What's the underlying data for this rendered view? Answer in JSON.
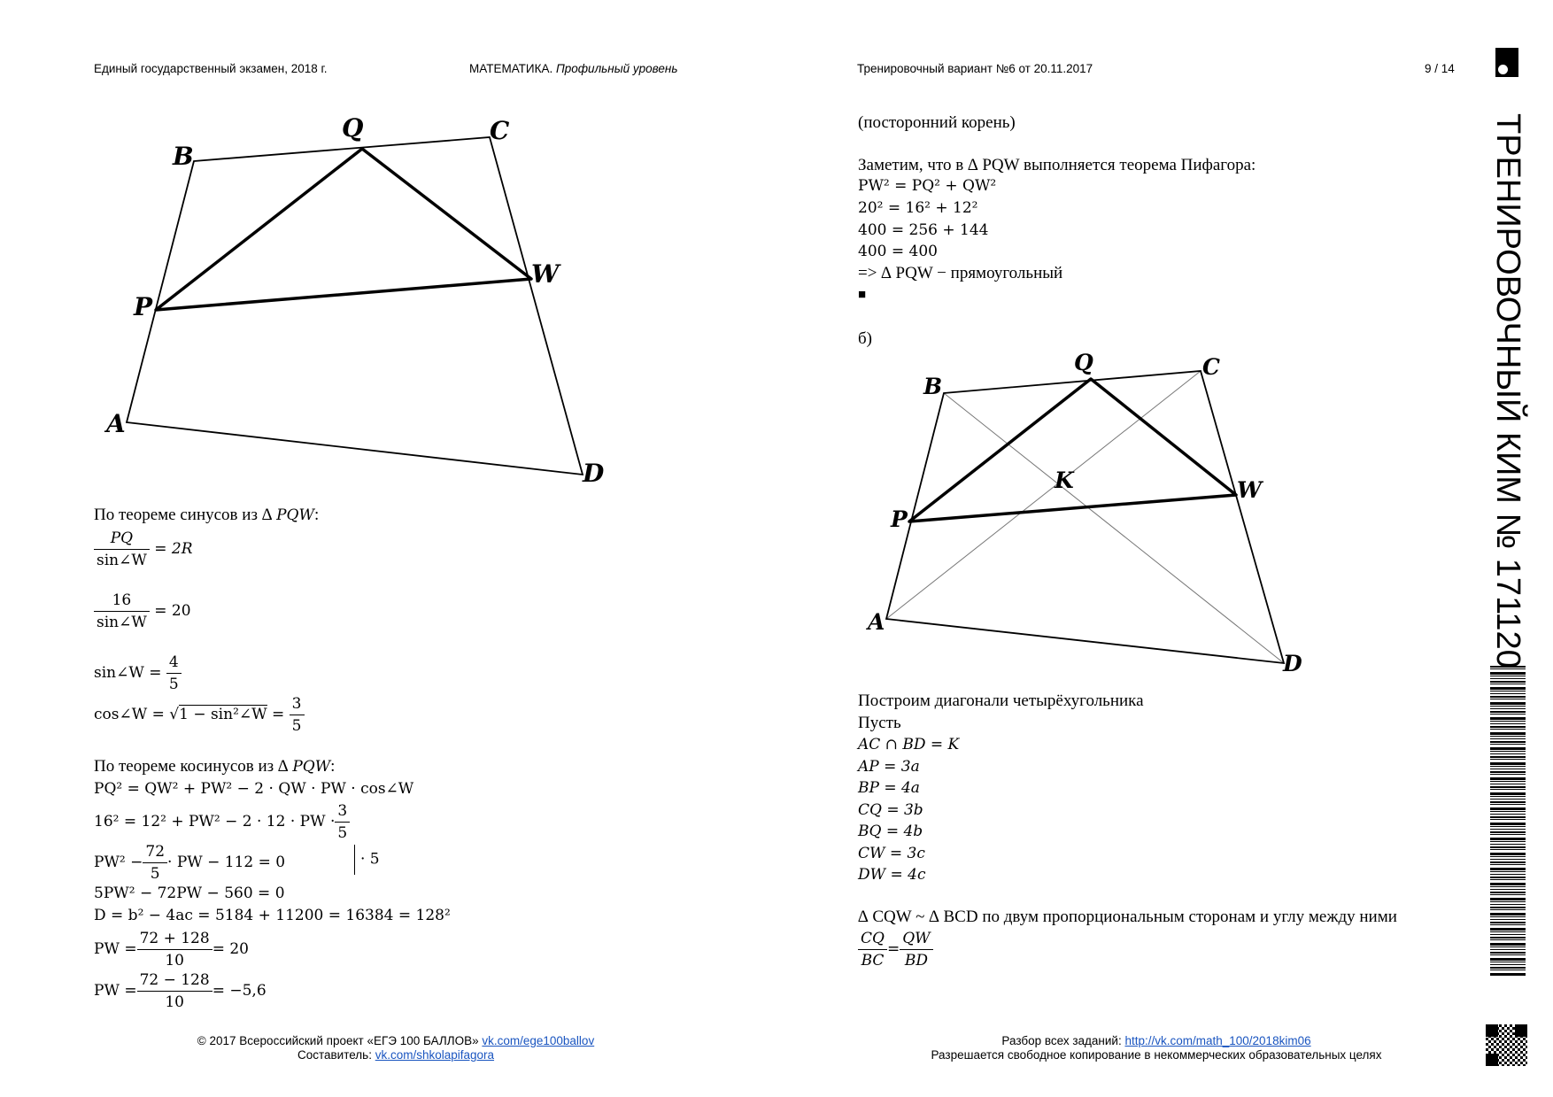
{
  "header": {
    "left": "Единый государственный экзамен, 2018 г.",
    "subject": "МАТЕМАТИКА.",
    "level": "Профильный уровень",
    "variant": "Тренировочный вариант №6 от 20.11.2017",
    "page": "9 / 14"
  },
  "figure1": {
    "labels": {
      "A": "A",
      "B": "B",
      "C": "C",
      "D": "D",
      "P": "P",
      "Q": "Q",
      "W": "W"
    }
  },
  "figure2": {
    "labels": {
      "A": "A",
      "B": "B",
      "C": "C",
      "D": "D",
      "P": "P",
      "Q": "Q",
      "W": "W",
      "K": "K"
    }
  },
  "left": {
    "sine_title": "По теореме синусов из ∆ ",
    "pqw": "PQW",
    "colon": ":",
    "l1_num": "PQ",
    "l1_den": "sin∠W",
    "l1_rhs": "= 2R",
    "l2_num": "16",
    "l2_den": "sin∠W",
    "l2_rhs": "= 20",
    "l3_lhs": "sin∠W =",
    "l3_num": "4",
    "l3_den": "5",
    "l4_lhs": "cos∠W = √",
    "l4_rad": "1 − sin²∠W",
    "l4_eq": "=",
    "l4_num": "3",
    "l4_den": "5",
    "cos_title": "По теореме косинусов из ∆ ",
    "l5": "PQ² = QW² + PW² − 2 · QW · PW · cos∠W",
    "l6_lhs": "16² = 12² + PW² − 2 · 12 · PW ·",
    "l6_num": "3",
    "l6_den": "5",
    "l7_a": "PW² −",
    "l7_num": "72",
    "l7_den": "5",
    "l7_b": "· PW − 112 = 0",
    "l7_mult": "· 5",
    "l8": "5PW² − 72PW − 560 = 0",
    "l9": "D = b² − 4ac = 5184 + 11200 = 16384 = 128²",
    "l10_lhs": "PW =",
    "l10_num": "72 + 128",
    "l10_den": "10",
    "l10_rhs": "= 20",
    "l11_lhs": "PW =",
    "l11_num": "72 − 128",
    "l11_den": "10",
    "l11_rhs": "= −5,6"
  },
  "right": {
    "extraneous": "(посторонний корень)",
    "note": "Заметим, что в ∆ PQW выполняется теорема Пифагора:",
    "r1": "PW² = PQ² + QW²",
    "r2": "20² = 16² + 12²",
    "r3": "400 = 256 + 144",
    "r4": "400 = 400",
    "r5": "=> ∆ PQW − прямоугольный",
    "qed": "■",
    "part_b": "б)",
    "s1": "Построим диагонали четырёхугольника",
    "s2": "Пусть",
    "s3": "AC ∩ BD = K",
    "s4": "AP = 3a",
    "s5": "BP = 4a",
    "s6": "CQ = 3b",
    "s7": "BQ = 4b",
    "s8": "CW = 3c",
    "s9": "DW = 4c",
    "s10": "∆ CQW ~ ∆ BCD по двум пропорциональным сторонам и углу между ними",
    "f_num1": "CQ",
    "f_den1": "BC",
    "f_eq": "=",
    "f_num2": "QW",
    "f_den2": "BD"
  },
  "footer": {
    "copyright": "© 2017 Всероссийский проект «ЕГЭ 100 БАЛЛОВ» ",
    "link1": "vk.com/ege100ballov",
    "author": "Составитель: ",
    "link2": "vk.com/shkolapifagora",
    "analysis": "Разбор всех заданий: ",
    "link3": "http://vk.com/math_100/2018kim06",
    "license": "Разрешается свободное копирование в некоммерческих образовательных целях"
  },
  "side": {
    "title": "ТРЕНИРОВОЧНЫЙ КИМ № 171120"
  }
}
